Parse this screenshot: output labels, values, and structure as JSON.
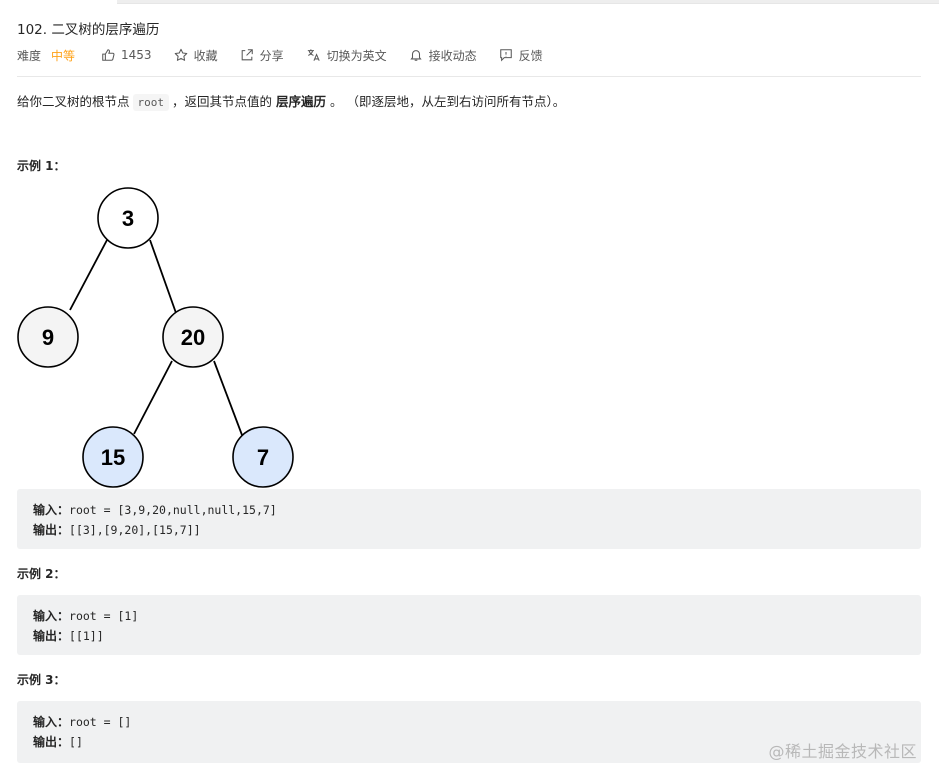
{
  "problem": {
    "title": "102. 二叉树的层序遍历",
    "difficulty_label": "难度",
    "difficulty": "中等",
    "likes": "1453",
    "favorite": "收藏",
    "share": "分享",
    "switch_lang": "切换为英文",
    "subscribe": "接收动态",
    "feedback": "反馈"
  },
  "description": {
    "prefix": "给你二叉树的根节点",
    "code": "root",
    "middle": "，返回其节点值的",
    "bold": "层序遍历",
    "suffix": "。 （即逐层地，从左到右访问所有节点）。"
  },
  "examples": [
    {
      "title": "示例 1：",
      "input_label": "输入：",
      "input": "root = [3,9,20,null,null,15,7]",
      "output_label": "输出：",
      "output": "[[3],[9,20],[15,7]]"
    },
    {
      "title": "示例 2：",
      "input_label": "输入：",
      "input": "root = [1]",
      "output_label": "输出：",
      "output": "[[1]]"
    },
    {
      "title": "示例 3：",
      "input_label": "输入：",
      "input": "root = []",
      "output_label": "输出：",
      "output": "[]"
    }
  ],
  "tree": {
    "nodes": [
      "3",
      "9",
      "20",
      "15",
      "7"
    ],
    "colors": {
      "gray": "#f4f4f4",
      "blue": "#dae8fc",
      "stroke": "#000000"
    }
  },
  "watermark": "@稀土掘金技术社区",
  "colors": {
    "accent": "#ffa116",
    "codebg": "#f0f1f2"
  },
  "icons": [
    "thumb-up-icon",
    "star-icon",
    "share-icon",
    "translate-icon",
    "bell-icon",
    "feedback-icon"
  ]
}
